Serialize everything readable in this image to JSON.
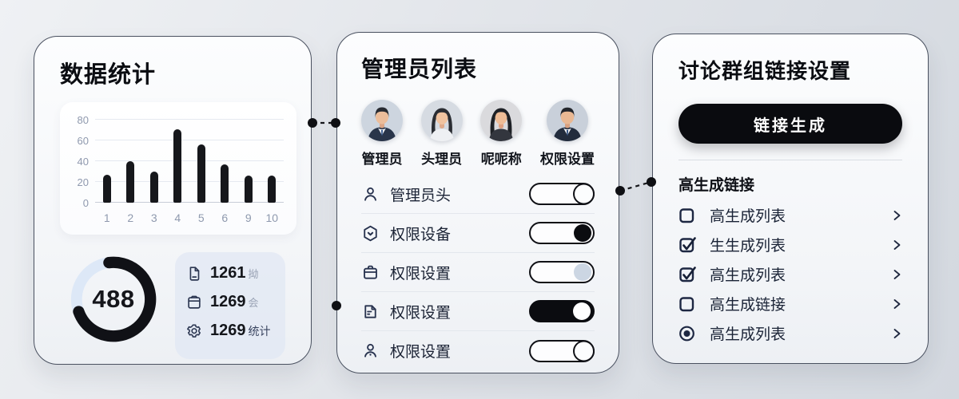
{
  "left_panel": {
    "title": "数据统计",
    "donut": {
      "value": "488",
      "percent": 71.5
    },
    "stats": [
      {
        "icon": "document-icon",
        "value": "1261",
        "suffix": "拗"
      },
      {
        "icon": "archive-icon",
        "value": "1269",
        "suffix": "会"
      },
      {
        "icon": "gear-icon",
        "value": "1269",
        "suffix": "统计"
      }
    ]
  },
  "chart_data": {
    "type": "bar",
    "categories": [
      "1",
      "2",
      "3",
      "4",
      "5",
      "6",
      "9",
      "10"
    ],
    "values": [
      27,
      40,
      30,
      71,
      56,
      37,
      26,
      26
    ],
    "title": "",
    "xlabel": "",
    "ylabel": "",
    "ylim": [
      0,
      80
    ],
    "yticks": [
      0,
      20,
      40,
      60,
      80
    ],
    "grid": true,
    "bar_color": "#16171b"
  },
  "middle_panel": {
    "title": "管理员列表",
    "admins": [
      {
        "label": "管理员"
      },
      {
        "label": "头理员"
      },
      {
        "label": "呢呢称"
      },
      {
        "label": "权限设置"
      }
    ],
    "rows": [
      {
        "icon": "user-icon",
        "label": "管理员头",
        "toggle_class": "knob-outline",
        "state": "off"
      },
      {
        "icon": "hexagon-shield-icon",
        "label": "权限设备",
        "toggle_class": "knob-black",
        "state": "on"
      },
      {
        "icon": "briefcase-icon",
        "label": "权限设置",
        "toggle_class": "knob-gray",
        "state": "off"
      },
      {
        "icon": "file-icon",
        "label": "权限设置",
        "toggle_class": "filled",
        "state": "on"
      },
      {
        "icon": "user-icon",
        "label": "权限设置",
        "toggle_class": "knob-outline",
        "state": "off"
      }
    ]
  },
  "right_panel": {
    "title": "讨论群组链接设置",
    "button_label": "链接生成",
    "subheading": "高生成链接",
    "items": [
      {
        "control": "checkbox",
        "checked": false,
        "control_class": "checkbox",
        "label": "高生成列表"
      },
      {
        "control": "checkbox",
        "checked": true,
        "control_class": "checkbox checked",
        "label": "生生成列表"
      },
      {
        "control": "checkbox",
        "checked": true,
        "control_class": "checkbox checked",
        "label": "高生成列表"
      },
      {
        "control": "checkbox",
        "checked": false,
        "control_class": "checkbox",
        "label": "高生成链接"
      },
      {
        "control": "radio",
        "checked": true,
        "control_class": "radio checked",
        "label": "高生成列表"
      }
    ]
  },
  "colors": {
    "accent_black": "#0b0c10",
    "donut_track": "#dde8f7",
    "donut_arc": "#101116",
    "panel_border": "#49505f",
    "icon_navy": "#27324e"
  }
}
